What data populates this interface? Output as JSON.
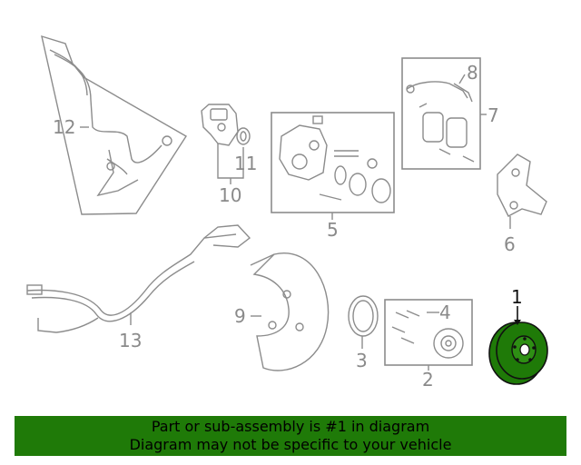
{
  "diagram": {
    "highlight_color": "#1f7a08",
    "labels": {
      "p1": "1",
      "p2": "2",
      "p3": "3",
      "p4": "4",
      "p5": "5",
      "p6": "6",
      "p7": "7",
      "p8": "8",
      "p9": "9",
      "p10": "10",
      "p11": "11",
      "p12": "12",
      "p13": "13"
    }
  },
  "banner": {
    "line1": "Part or sub-assembly is #1 in diagram",
    "line2": "Diagram may not be specific to your vehicle",
    "bg_color": "#1f7a08"
  }
}
